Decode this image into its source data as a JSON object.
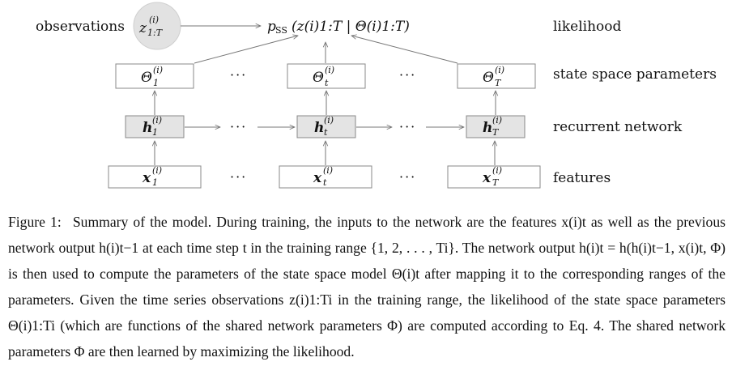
{
  "labels": {
    "observations": "observations",
    "likelihood": "likelihood",
    "state_space_parameters": "state space parameters",
    "recurrent_network": "recurrent network",
    "features": "features"
  },
  "math": {
    "obs_z": "z",
    "obs_sup": "(i)",
    "obs_sub": "1:T",
    "lik": "p",
    "lik_ss": "SS",
    "lik_args": "(z(i)1:T | Θ(i)1:T)",
    "theta": "Θ",
    "h": "h",
    "x": "x",
    "sup_i": "(i)",
    "sub_1": "1",
    "sub_t": "t",
    "sub_T": "T",
    "dots": "···"
  },
  "caption": {
    "figure_label": "Figure 1:",
    "text": "Summary of the model. During training, the inputs to the network are the features x(i)t as well as the previous network output h(i)t−1 at each time step t in the training range {1, 2, . . . , Ti}. The network output h(i)t = h(h(i)t−1, x(i)t, Φ) is then used to compute the parameters of the state space model Θ(i)t after mapping it to the corresponding ranges of the parameters. Given the time series observations z(i)1:Ti in the training range, the likelihood of the state space parameters Θ(i)1:Ti (which are functions of the shared network parameters Φ) are computed according to Eq. 4. The shared network parameters Φ are then learned by maximizing the likelihood."
  }
}
